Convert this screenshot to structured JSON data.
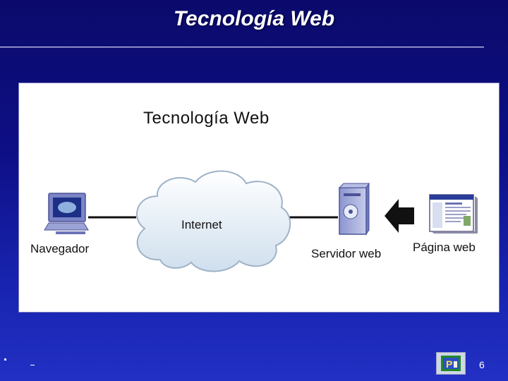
{
  "slide": {
    "title": "Tecnología Web",
    "page_number": "6"
  },
  "figure": {
    "title": "Tecnología Web",
    "nodes": {
      "browser": {
        "label": "Navegador",
        "icon": "computer-monitor-icon"
      },
      "internet": {
        "label": "Internet",
        "icon": "cloud-icon"
      },
      "server": {
        "label": "Servidor web",
        "icon": "server-tower-icon"
      },
      "webpage": {
        "label": "Página web",
        "icon": "webpage-thumbnail-icon"
      }
    },
    "arrow_icon": "left-arrow-icon"
  },
  "colors": {
    "background": "#0e0f86",
    "figure_bg": "#ffffff",
    "cloud": "#e3edf7",
    "arrow": "#111111"
  }
}
